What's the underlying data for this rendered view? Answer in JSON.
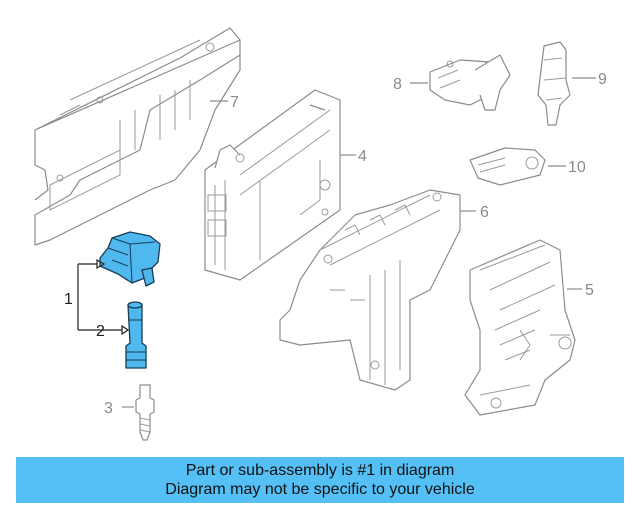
{
  "diagram": {
    "callouts": [
      {
        "id": "1",
        "label": "1"
      },
      {
        "id": "2",
        "label": "2"
      },
      {
        "id": "3",
        "label": "3"
      },
      {
        "id": "4",
        "label": "4"
      },
      {
        "id": "5",
        "label": "5"
      },
      {
        "id": "6",
        "label": "6"
      },
      {
        "id": "7",
        "label": "7"
      },
      {
        "id": "8",
        "label": "8"
      },
      {
        "id": "9",
        "label": "9"
      },
      {
        "id": "10",
        "label": "10"
      }
    ],
    "highlight_color": "#4fb8ee",
    "line_color": "#8c8c8c"
  },
  "banner": {
    "line1": "Part or sub-assembly is #1 in diagram",
    "line2": "Diagram may not be specific to your vehicle",
    "color": "#54c0f5"
  }
}
